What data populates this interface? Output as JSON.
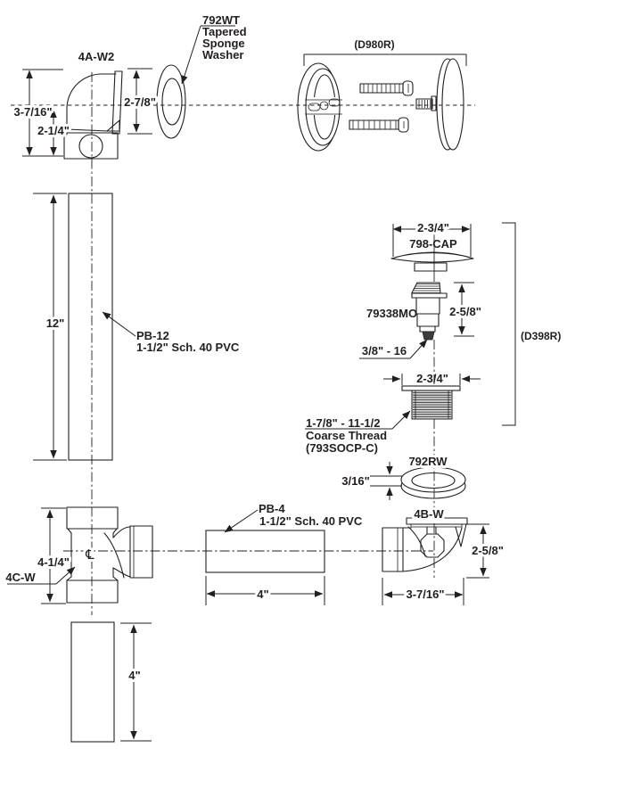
{
  "colors": {
    "ink": "#231f20",
    "paper": "#ffffff"
  },
  "parts": {
    "overflow_elbow": {
      "code": "4A-W2",
      "dim_overall_height": "3-7/16\"",
      "dim_hub_height": "2-1/4\"",
      "dim_flange_height": "2-7/8\""
    },
    "sponge_washer": {
      "code": "792WT",
      "desc1": "Tapered",
      "desc2": "Sponge",
      "desc3": "Washer"
    },
    "overflow_plate_kit": {
      "code": "(D980R)"
    },
    "overflow_tube": {
      "code": "PB-12",
      "spec": "1-1/2\" Sch. 40 PVC",
      "dim_length": "12\""
    },
    "cap": {
      "code": "798-CAP",
      "dim_width": "2-3/4\""
    },
    "stopper": {
      "code": "79338MO",
      "dim_height": "2-5/8\"",
      "dim_thread": "3/8\" - 16"
    },
    "drain_kit": {
      "code": "(D398R)"
    },
    "drain_shoe": {
      "dim_width": "2-3/4\"",
      "thread_spec1": "1-7/8\" - 11-1/2",
      "thread_spec2": "Coarse Thread",
      "thread_spec3": "(793SOCP-C)"
    },
    "rubber_washer": {
      "code": "792RW",
      "dim_thickness": "3/16\""
    },
    "drain_elbow": {
      "code": "4B-W",
      "dim_height": "2-5/8\"",
      "dim_width": "3-7/16\""
    },
    "tee": {
      "code": "4C-W",
      "dim_height": "4-1/4\"",
      "centerline_symbol": "℄"
    },
    "drain_tube": {
      "code": "PB-4",
      "spec": "1-1/2\" Sch. 40 PVC",
      "dim_length": "4\""
    },
    "tail_tube": {
      "dim_length": "4\""
    }
  }
}
